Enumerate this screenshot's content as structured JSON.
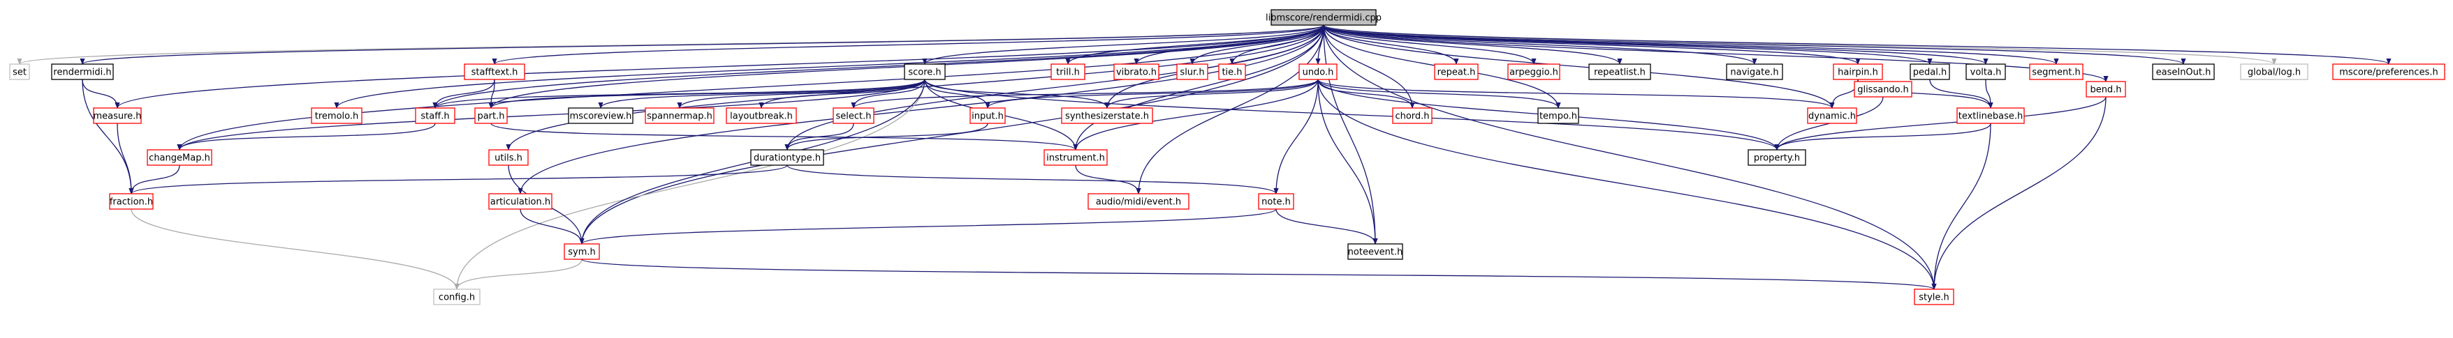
{
  "palette": {
    "edge": "#191970",
    "edge_light": "#a9a9a9",
    "root_fill": "#bfbfbf",
    "root_stroke": "#000000",
    "doc_stroke": "#000000",
    "missing_stroke": "#ff0000",
    "external_stroke": "#bfbfbf",
    "text": "#000000"
  },
  "graph": {
    "root": "libmscore/rendermidi.cpp",
    "nodes": [
      {
        "id": "root",
        "label": "libmscore/rendermidi.cpp",
        "kind": "root"
      },
      {
        "id": "set",
        "label": "set",
        "kind": "external"
      },
      {
        "id": "rendermidi_h",
        "label": "rendermidi.h",
        "kind": "documented"
      },
      {
        "id": "stafftext_h",
        "label": "stafftext.h",
        "kind": "missing"
      },
      {
        "id": "score_h",
        "label": "score.h",
        "kind": "documented"
      },
      {
        "id": "trill_h",
        "label": "trill.h",
        "kind": "missing"
      },
      {
        "id": "vibrato_h",
        "label": "vibrato.h",
        "kind": "missing"
      },
      {
        "id": "slur_h",
        "label": "slur.h",
        "kind": "missing"
      },
      {
        "id": "tie_h",
        "label": "tie.h",
        "kind": "missing"
      },
      {
        "id": "undo_h",
        "label": "undo.h",
        "kind": "missing"
      },
      {
        "id": "repeat_h",
        "label": "repeat.h",
        "kind": "missing"
      },
      {
        "id": "arpeggio_h",
        "label": "arpeggio.h",
        "kind": "missing"
      },
      {
        "id": "repeatlist_h",
        "label": "repeatlist.h",
        "kind": "documented"
      },
      {
        "id": "navigate_h",
        "label": "navigate.h",
        "kind": "documented"
      },
      {
        "id": "hairpin_h",
        "label": "hairpin.h",
        "kind": "missing"
      },
      {
        "id": "pedal_h",
        "label": "pedal.h",
        "kind": "documented"
      },
      {
        "id": "volta_h",
        "label": "volta.h",
        "kind": "documented"
      },
      {
        "id": "segment_h",
        "label": "segment.h",
        "kind": "missing"
      },
      {
        "id": "easeinout_h",
        "label": "easeInOut.h",
        "kind": "documented"
      },
      {
        "id": "log_h",
        "label": "global/log.h",
        "kind": "external"
      },
      {
        "id": "preferences_h",
        "label": "mscore/preferences.h",
        "kind": "missing"
      },
      {
        "id": "measure_h",
        "label": "measure.h",
        "kind": "missing"
      },
      {
        "id": "changemap_h",
        "label": "changeMap.h",
        "kind": "missing"
      },
      {
        "id": "tremolo_h",
        "label": "tremolo.h",
        "kind": "missing"
      },
      {
        "id": "staff_h",
        "label": "staff.h",
        "kind": "missing"
      },
      {
        "id": "part_h",
        "label": "part.h",
        "kind": "missing"
      },
      {
        "id": "mscoreview_h",
        "label": "mscoreview.h",
        "kind": "documented"
      },
      {
        "id": "spannermap_h",
        "label": "spannermap.h",
        "kind": "missing"
      },
      {
        "id": "layoutbreak_h",
        "label": "layoutbreak.h",
        "kind": "missing"
      },
      {
        "id": "select_h",
        "label": "select.h",
        "kind": "missing"
      },
      {
        "id": "input_h",
        "label": "input.h",
        "kind": "missing"
      },
      {
        "id": "synthesizerstate_h",
        "label": "synthesizerstate.h",
        "kind": "missing"
      },
      {
        "id": "chord_h",
        "label": "chord.h",
        "kind": "missing"
      },
      {
        "id": "tempo_h",
        "label": "tempo.h",
        "kind": "documented"
      },
      {
        "id": "dynamic_h",
        "label": "dynamic.h",
        "kind": "missing"
      },
      {
        "id": "glissando_h",
        "label": "glissando.h",
        "kind": "missing"
      },
      {
        "id": "textlinebase_h",
        "label": "textlinebase.h",
        "kind": "missing"
      },
      {
        "id": "bend_h",
        "label": "bend.h",
        "kind": "missing"
      },
      {
        "id": "utils_h",
        "label": "utils.h",
        "kind": "missing"
      },
      {
        "id": "durationtype_h",
        "label": "durationtype.h",
        "kind": "documented"
      },
      {
        "id": "instrument_h",
        "label": "instrument.h",
        "kind": "missing"
      },
      {
        "id": "property_h",
        "label": "property.h",
        "kind": "documented"
      },
      {
        "id": "fraction_h",
        "label": "fraction.h",
        "kind": "missing"
      },
      {
        "id": "articulation_h",
        "label": "articulation.h",
        "kind": "missing"
      },
      {
        "id": "event_h",
        "label": "audio/midi/event.h",
        "kind": "missing"
      },
      {
        "id": "note_h",
        "label": "note.h",
        "kind": "missing"
      },
      {
        "id": "sym_h",
        "label": "sym.h",
        "kind": "missing"
      },
      {
        "id": "noteevent_h",
        "label": "noteevent.h",
        "kind": "documented"
      },
      {
        "id": "config_h",
        "label": "config.h",
        "kind": "external"
      },
      {
        "id": "style_h",
        "label": "style.h",
        "kind": "missing"
      }
    ],
    "edges": [
      [
        "root",
        "set"
      ],
      [
        "root",
        "rendermidi_h"
      ],
      [
        "root",
        "measure_h"
      ],
      [
        "root",
        "changemap_h"
      ],
      [
        "root",
        "tremolo_h"
      ],
      [
        "root",
        "staff_h"
      ],
      [
        "root",
        "durationtype_h"
      ],
      [
        "root",
        "stafftext_h"
      ],
      [
        "root",
        "score_h"
      ],
      [
        "root",
        "trill_h"
      ],
      [
        "root",
        "vibrato_h"
      ],
      [
        "root",
        "slur_h"
      ],
      [
        "root",
        "tie_h"
      ],
      [
        "root",
        "undo_h"
      ],
      [
        "root",
        "repeat_h"
      ],
      [
        "root",
        "arpeggio_h"
      ],
      [
        "root",
        "repeatlist_h"
      ],
      [
        "root",
        "navigate_h"
      ],
      [
        "root",
        "hairpin_h"
      ],
      [
        "root",
        "pedal_h"
      ],
      [
        "root",
        "volta_h"
      ],
      [
        "root",
        "segment_h"
      ],
      [
        "root",
        "easeinout_h"
      ],
      [
        "root",
        "log_h"
      ],
      [
        "root",
        "preferences_h"
      ],
      [
        "root",
        "sym_h"
      ],
      [
        "root",
        "articulation_h"
      ],
      [
        "root",
        "utils_h"
      ],
      [
        "root",
        "instrument_h"
      ],
      [
        "root",
        "event_h"
      ],
      [
        "root",
        "synthesizerstate_h"
      ],
      [
        "root",
        "chord_h"
      ],
      [
        "root",
        "tempo_h"
      ],
      [
        "root",
        "dynamic_h"
      ],
      [
        "root",
        "noteevent_h"
      ],
      [
        "root",
        "bend_h"
      ],
      [
        "root",
        "style_h"
      ],
      [
        "root",
        "part_h"
      ],
      [
        "rendermidi_h",
        "measure_h"
      ],
      [
        "rendermidi_h",
        "fraction_h"
      ],
      [
        "measure_h",
        "fraction_h"
      ],
      [
        "changemap_h",
        "fraction_h"
      ],
      [
        "stafftext_h",
        "staff_h"
      ],
      [
        "stafftext_h",
        "part_h"
      ],
      [
        "score_h",
        "staff_h"
      ],
      [
        "score_h",
        "part_h"
      ],
      [
        "score_h",
        "mscoreview_h"
      ],
      [
        "score_h",
        "spannermap_h"
      ],
      [
        "score_h",
        "layoutbreak_h"
      ],
      [
        "score_h",
        "select_h"
      ],
      [
        "score_h",
        "input_h"
      ],
      [
        "score_h",
        "synthesizerstate_h"
      ],
      [
        "score_h",
        "instrument_h"
      ],
      [
        "score_h",
        "property_h"
      ],
      [
        "score_h",
        "config_h"
      ],
      [
        "score_h",
        "sym_h"
      ],
      [
        "score_h",
        "changemap_h"
      ],
      [
        "staff_h",
        "changemap_h"
      ],
      [
        "part_h",
        "instrument_h"
      ],
      [
        "select_h",
        "durationtype_h"
      ],
      [
        "input_h",
        "durationtype_h"
      ],
      [
        "undo_h",
        "input_h"
      ],
      [
        "undo_h",
        "select_h"
      ],
      [
        "undo_h",
        "synthesizerstate_h"
      ],
      [
        "undo_h",
        "chord_h"
      ],
      [
        "undo_h",
        "tempo_h"
      ],
      [
        "undo_h",
        "dynamic_h"
      ],
      [
        "undo_h",
        "instrument_h"
      ],
      [
        "undo_h",
        "note_h"
      ],
      [
        "undo_h",
        "noteevent_h"
      ],
      [
        "undo_h",
        "style_h"
      ],
      [
        "undo_h",
        "property_h"
      ],
      [
        "hairpin_h",
        "dynamic_h"
      ],
      [
        "hairpin_h",
        "textlinebase_h"
      ],
      [
        "pedal_h",
        "textlinebase_h"
      ],
      [
        "volta_h",
        "textlinebase_h"
      ],
      [
        "glissando_h",
        "property_h"
      ],
      [
        "textlinebase_h",
        "property_h"
      ],
      [
        "textlinebase_h",
        "style_h"
      ],
      [
        "bend_h",
        "property_h"
      ],
      [
        "bend_h",
        "style_h"
      ],
      [
        "durationtype_h",
        "fraction_h"
      ],
      [
        "durationtype_h",
        "note_h"
      ],
      [
        "instrument_h",
        "event_h"
      ],
      [
        "utils_h",
        "sym_h"
      ],
      [
        "articulation_h",
        "sym_h"
      ],
      [
        "note_h",
        "sym_h"
      ],
      [
        "note_h",
        "noteevent_h"
      ],
      [
        "fraction_h",
        "config_h"
      ],
      [
        "sym_h",
        "config_h"
      ],
      [
        "sym_h",
        "style_h"
      ]
    ]
  }
}
